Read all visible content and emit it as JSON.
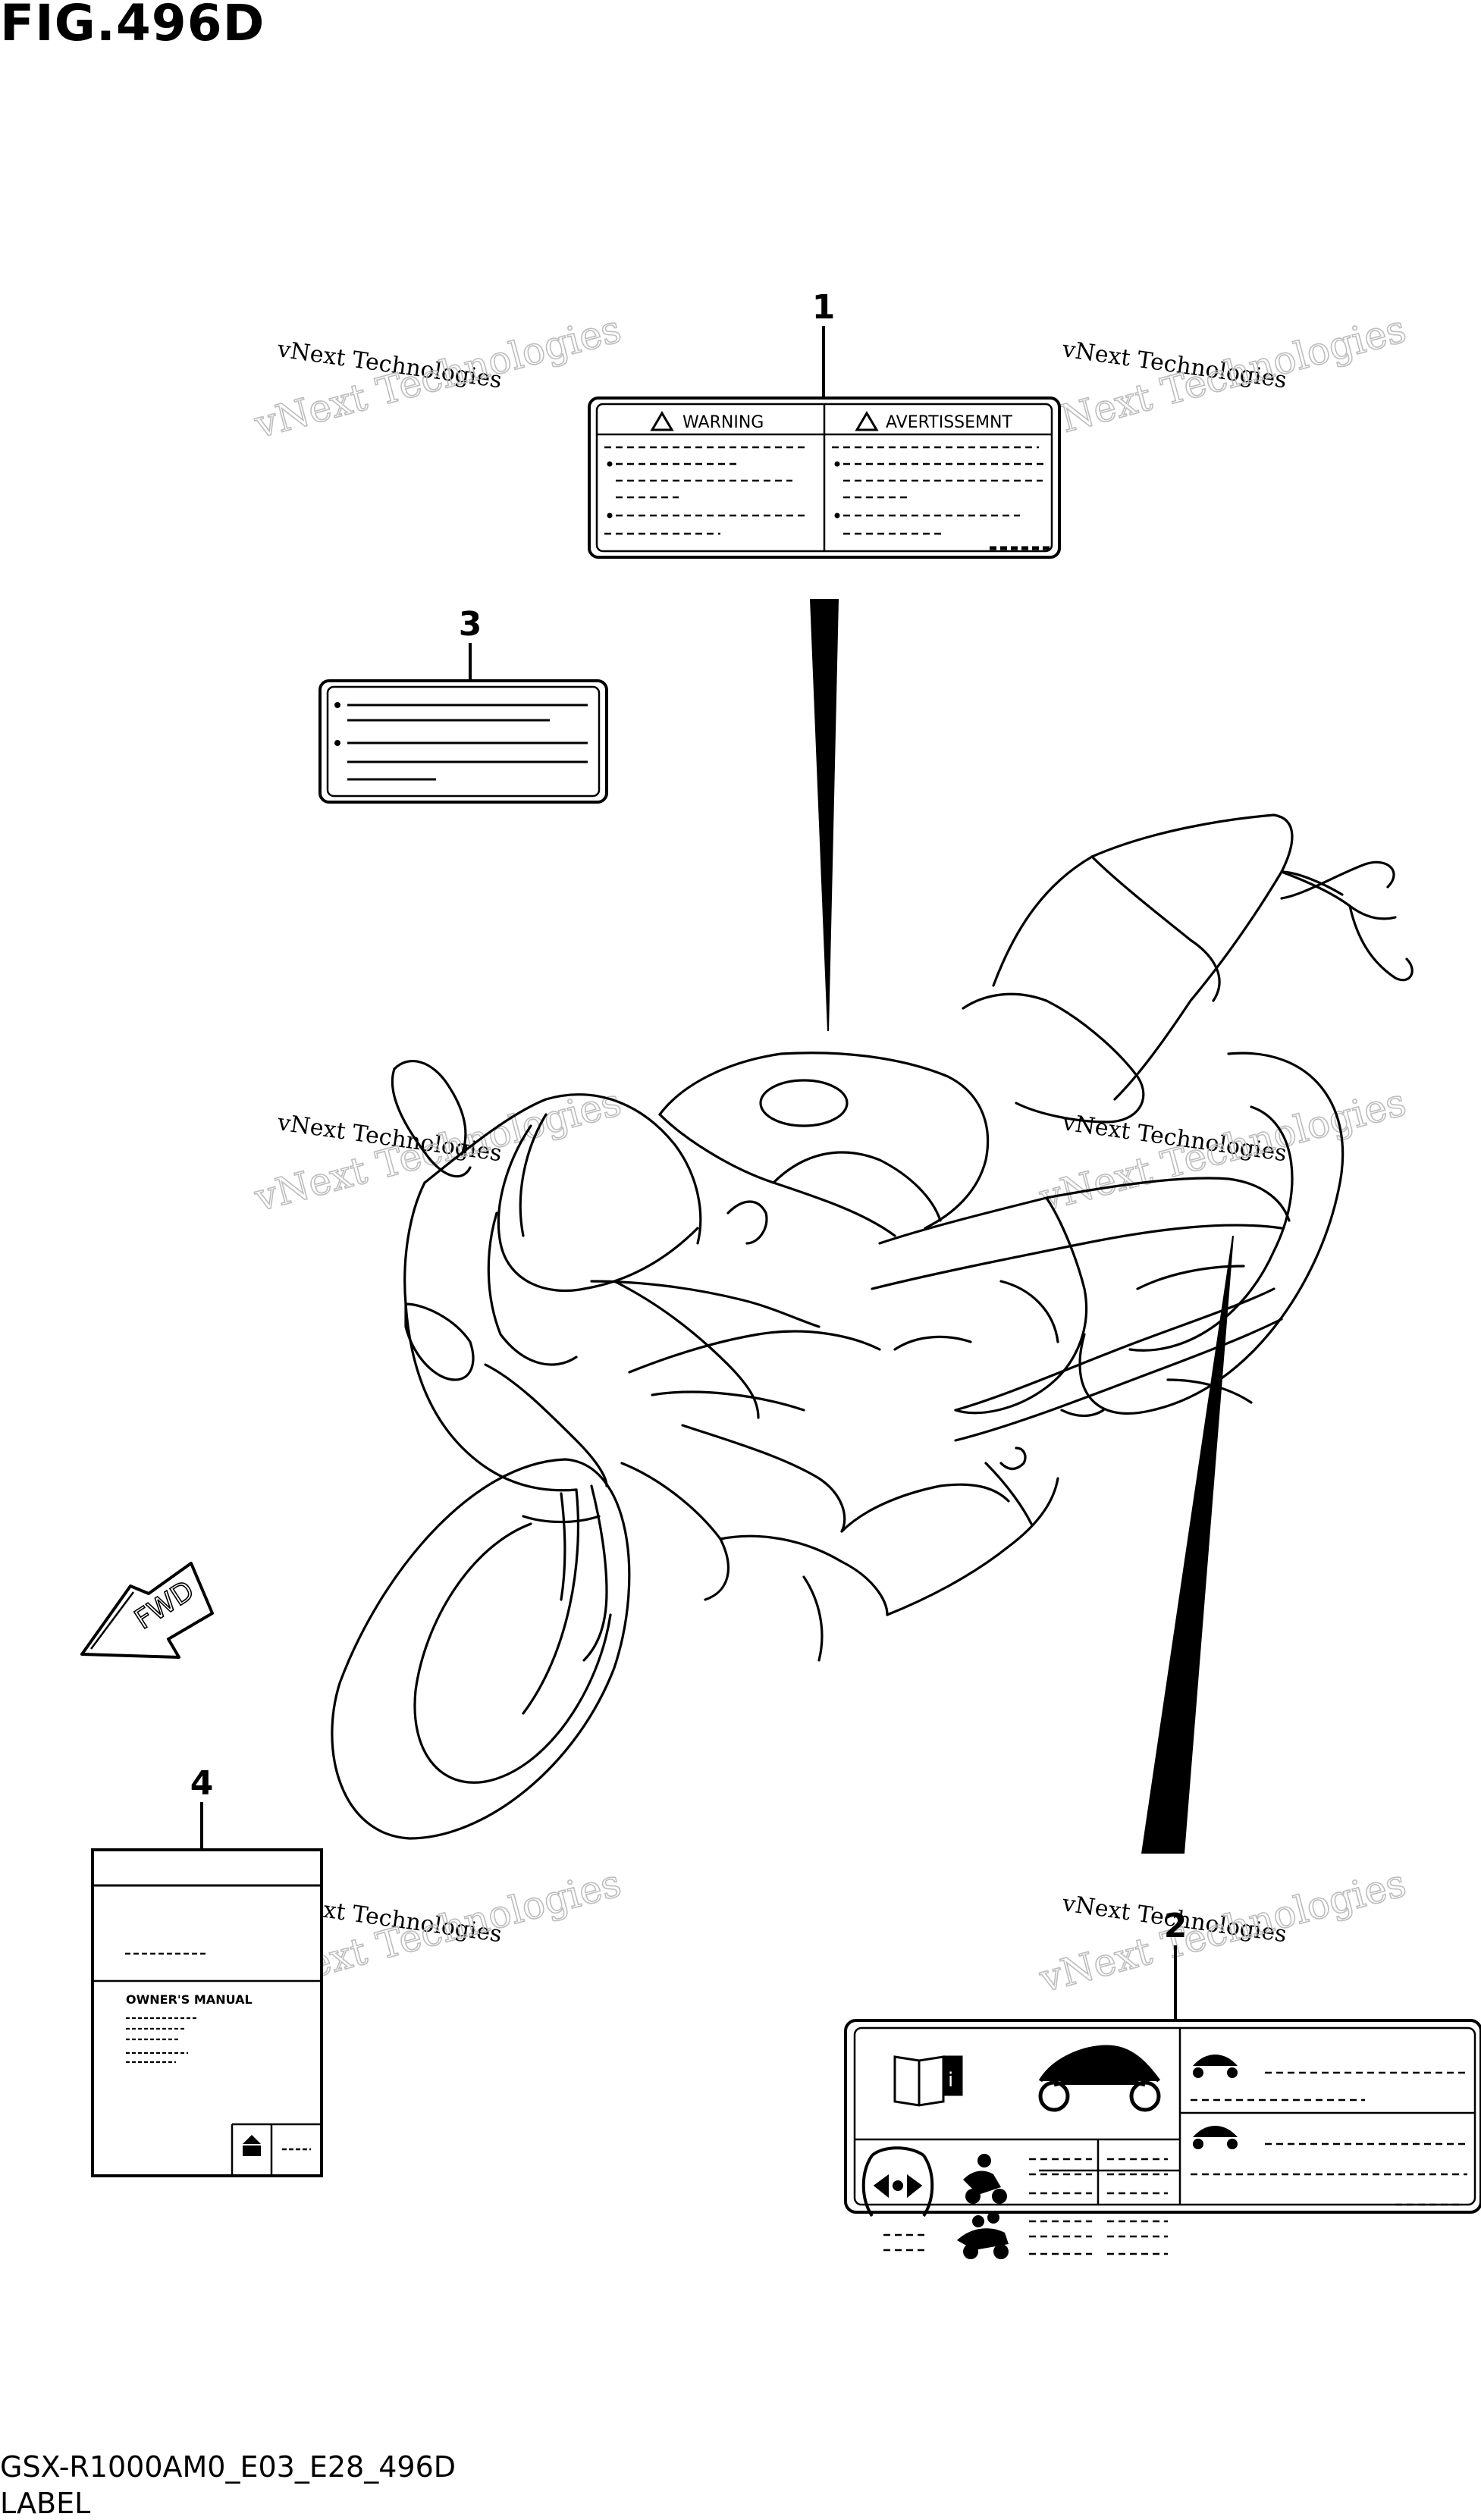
{
  "figure": {
    "title": "FIG.496D",
    "code": "GSX-R1000AM0_E03_E28_496D",
    "name": "LABEL"
  },
  "callouts": [
    {
      "number": "1"
    },
    {
      "number": "2"
    },
    {
      "number": "3"
    },
    {
      "number": "4"
    }
  ],
  "label_1": {
    "warning_heading": "WARNING",
    "avertissement_heading": "AVERTISSEMNT"
  },
  "label_4": {
    "manual_title": "OWNER'S MANUAL"
  },
  "fwd_arrow": {
    "text": "FWD"
  },
  "watermarks": [
    {
      "line1": "vNext Technologies",
      "line2": "vNext Technologies"
    },
    {
      "line1": "vNext Technologies",
      "line2": "vNext Technologies"
    },
    {
      "line1": "vNext Technologies",
      "line2": "vNext Technologies"
    },
    {
      "line1": "vNext Technologies",
      "line2": "vNext Technologies"
    },
    {
      "line1": "vNext Technologies",
      "line2": "vNext Technologies"
    },
    {
      "line1": "vNext Technologies",
      "line2": "vNext Technologies"
    }
  ],
  "icons": [
    "warning-triangle-icon",
    "manual-book-icon",
    "motorcycle-icon",
    "tire-pressure-icon",
    "rider-icon",
    "rider-passenger-icon"
  ]
}
